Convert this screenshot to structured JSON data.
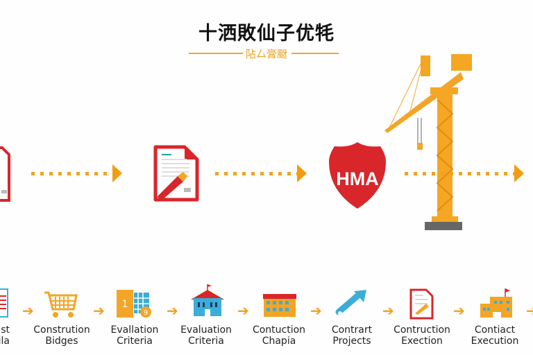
{
  "header": {
    "title": "十洒敗仙子优牦",
    "subtitle": "阽厶膏颬"
  },
  "colors": {
    "accent": "#f39c12",
    "red": "#d9262b",
    "blue": "#3aaed8"
  },
  "flow": {
    "icons": [
      "document-icon",
      "edit-document-icon",
      "hma-shield-icon",
      "tower-crane-icon"
    ],
    "shield_text": "HMA"
  },
  "steps": [
    {
      "line1": "st",
      "line2": "ila",
      "icon": "document-icon"
    },
    {
      "line1": "Constrution",
      "line2": "Bidges",
      "icon": "shopping-cart-icon"
    },
    {
      "line1": "Evallation",
      "line2": "Criteria",
      "icon": "building-coin-icon"
    },
    {
      "line1": "Evaluation",
      "line2": "Criteria",
      "icon": "school-icon"
    },
    {
      "line1": "Contuction",
      "line2": "Chapia",
      "icon": "apartment-icon"
    },
    {
      "line1": "Contrart",
      "line2": "Projects",
      "icon": "arrow-wrench-icon"
    },
    {
      "line1": "Contruction",
      "line2": "Exection",
      "icon": "contract-sign-icon"
    },
    {
      "line1": "Contiact",
      "line2": "Execution",
      "icon": "castle-building-icon"
    }
  ],
  "step_icon_texts": {
    "number": "1",
    "coin": "9"
  }
}
